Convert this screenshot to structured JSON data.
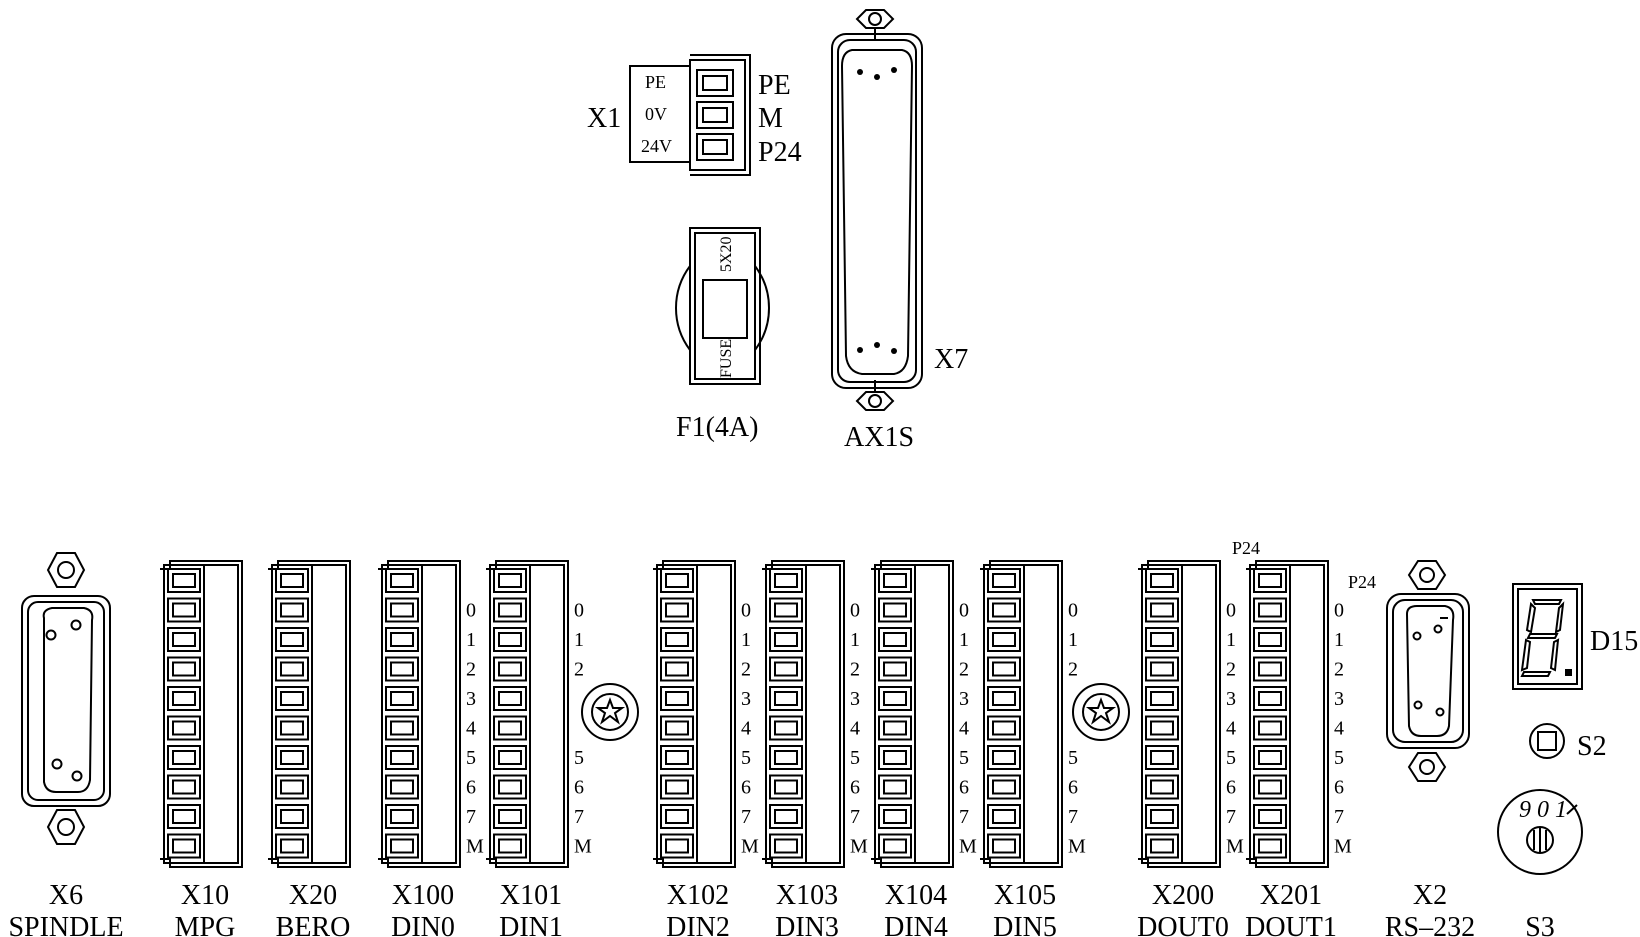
{
  "power": {
    "connector": "X1",
    "pins_left": [
      "PE",
      "0V",
      "24V"
    ],
    "pins_right": [
      "PE",
      "M",
      "P24"
    ]
  },
  "fuse": {
    "rating": "5X20",
    "type": "FUSE",
    "caption": "F1(4A)"
  },
  "ax": {
    "connector": "X7",
    "caption": "AX1S"
  },
  "spindle": {
    "connector": "X6",
    "caption": "SPINDLE"
  },
  "terminal_blocks": [
    {
      "id": "X10",
      "label": "MPG"
    },
    {
      "id": "X20",
      "label": "BERO"
    },
    {
      "id": "X100",
      "label": "DIN0"
    },
    {
      "id": "X101",
      "label": "DIN1"
    },
    {
      "id": "X102",
      "label": "DIN2"
    },
    {
      "id": "X103",
      "label": "DIN3"
    },
    {
      "id": "X104",
      "label": "DIN4"
    },
    {
      "id": "X105",
      "label": "DIN5"
    },
    {
      "id": "X200",
      "label": "DOUT0"
    },
    {
      "id": "X201",
      "label": "DOUT1"
    }
  ],
  "pin_labels_full": [
    "0",
    "1",
    "2",
    "3",
    "4",
    "5",
    "6",
    "7",
    "M"
  ],
  "pin_labels_partial": [
    "0",
    "1",
    "2",
    "5",
    "6",
    "7",
    "M"
  ],
  "p24_label": "P24",
  "serial": {
    "connector": "X2",
    "caption": "RS–232"
  },
  "display": {
    "label": "D15"
  },
  "button": {
    "label": "S2"
  },
  "rotary": {
    "label": "S3",
    "digits": "9 0 1"
  }
}
